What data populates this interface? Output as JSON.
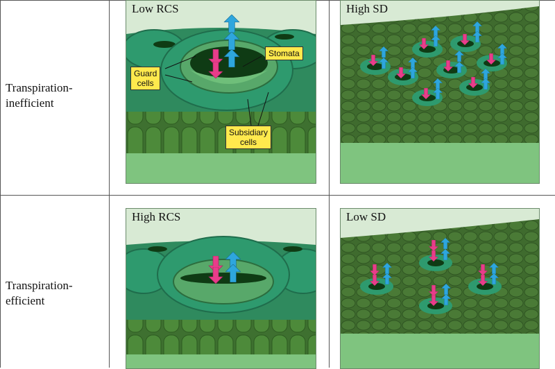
{
  "rows": [
    {
      "label_line1": "Transpiration-",
      "label_line2": "inefficient"
    },
    {
      "label_line1": "Transpiration-",
      "label_line2": "efficient"
    }
  ],
  "panels": {
    "low_rcs": {
      "title": "Low RCS"
    },
    "high_sd": {
      "title": "High SD"
    },
    "high_rcs": {
      "title": "High RCS"
    },
    "low_sd": {
      "title": "Low SD"
    }
  },
  "callouts": {
    "stomata": "Stomata",
    "guard_line1": "Guard",
    "guard_line2": "cells",
    "subsidiary_line1": "Subsidiary",
    "subsidiary_line2": "cells"
  },
  "colors": {
    "background_sky": "#d8ead4",
    "base_green": "#7fc47f",
    "epidermis": "#3f6b2e",
    "guard_cell": "#2e9a6e",
    "pore_dark": "#0f3b14",
    "arrow_blue": "#2ea6dd",
    "arrow_pink": "#e83d8a",
    "callout_fill": "#ffe94d"
  }
}
